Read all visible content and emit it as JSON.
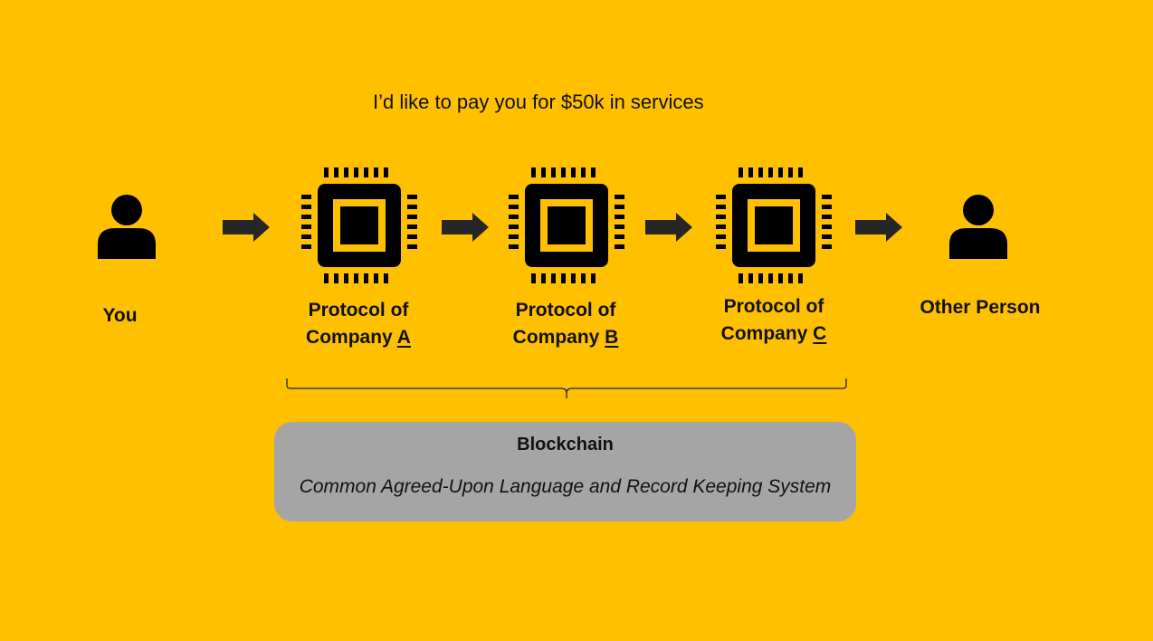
{
  "message": "I’d like to pay you for $50k in services",
  "nodes": {
    "you": {
      "label": "You"
    },
    "protocol_a": {
      "line1": "Protocol of",
      "line2_prefix": "Company ",
      "letter": "A"
    },
    "protocol_b": {
      "line1": "Protocol of",
      "line2_prefix": "Company ",
      "letter": "B"
    },
    "protocol_c": {
      "line1": "Protocol of",
      "line2_prefix": "Company ",
      "letter": "C"
    },
    "other": {
      "label": "Other Person"
    }
  },
  "blockchain": {
    "title": "Blockchain",
    "subtitle": "Common Agreed-Upon Language and Record Keeping System"
  },
  "colors": {
    "background": "#FFC000",
    "icon": "#000000",
    "arrow": "#262626",
    "box": "#A5A5A5"
  },
  "icons": {
    "person": "person-icon",
    "chip": "chip-icon",
    "arrow": "right-arrow-icon"
  }
}
